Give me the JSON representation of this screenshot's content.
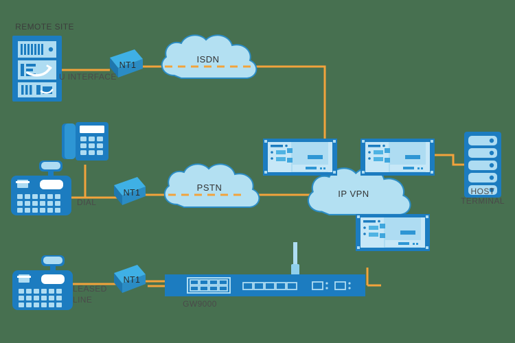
{
  "diagram": {
    "title": "Network connectivity diagram",
    "background_color": "#477050",
    "link_color": "#F2A33C",
    "device_blue_dark": "#1C7CC0",
    "device_blue_mid": "#2E96D4",
    "device_blue_light": "#AEDCF2",
    "cloud_fill": "#B3E0F2",
    "cloud_stroke": "#2B8CC4"
  },
  "labels": {
    "remote_site": "REMOTE SITE",
    "u_interface": "U INTERFACE",
    "dial": "DIAL",
    "leased_line_1": "LEASED",
    "leased_line_2": "LINE",
    "host_terminal_1": "HOST",
    "host_terminal_2": "TERMINAL",
    "switch_model": "GW9000"
  },
  "clouds": [
    {
      "id": "isdn",
      "label": "ISDN"
    },
    {
      "id": "pstn",
      "label": "PSTN"
    },
    {
      "id": "ipvpn",
      "label": "IP VPN"
    }
  ],
  "nt1_devices": [
    {
      "id": "nt1-isdn",
      "label": "NT1"
    },
    {
      "id": "nt1-pstn",
      "label": "NT1"
    },
    {
      "id": "nt1-leased",
      "label": "NT1"
    }
  ],
  "endpoints": [
    {
      "id": "remote-site-rack",
      "label": "REMOTE SITE"
    },
    {
      "id": "desk-phone",
      "label": ""
    },
    {
      "id": "fax-machine-dial",
      "label": "DIAL"
    },
    {
      "id": "fax-machine-leased",
      "label": "LEASED LINE"
    },
    {
      "id": "ethernet-switch",
      "label": "GW9000"
    },
    {
      "id": "host-terminal-server",
      "label": "HOST TERMINAL"
    }
  ],
  "gateways": [
    {
      "id": "gateway-top-left",
      "label": ""
    },
    {
      "id": "gateway-top-right",
      "label": ""
    },
    {
      "id": "gateway-bottom",
      "label": ""
    }
  ]
}
